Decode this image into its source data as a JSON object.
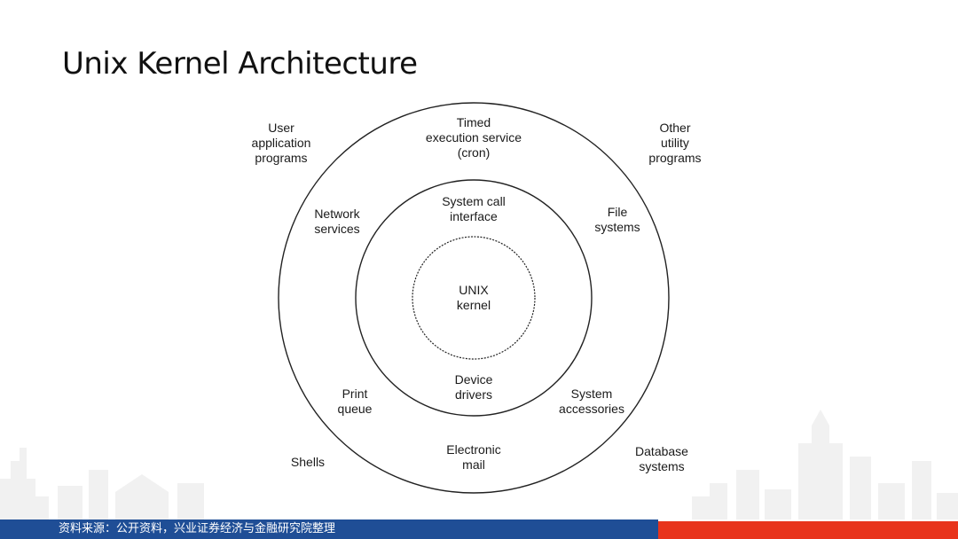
{
  "slide": {
    "title": "Unix Kernel Architecture",
    "footer_source": "资料来源：公开资料，兴业证券经济与金融研究院整理"
  },
  "diagram": {
    "core": {
      "lines": [
        "UNIX",
        "kernel"
      ]
    },
    "middle_ring": [
      {
        "id": "system-call-interface",
        "lines": [
          "System call",
          "interface"
        ]
      },
      {
        "id": "device-drivers",
        "lines": [
          "Device",
          "drivers"
        ]
      }
    ],
    "outer_ring": [
      {
        "id": "timed-execution-service",
        "lines": [
          "Timed",
          "execution service",
          "(cron)"
        ]
      },
      {
        "id": "network-services",
        "lines": [
          "Network",
          "services"
        ]
      },
      {
        "id": "file-systems",
        "lines": [
          "File",
          "systems"
        ]
      },
      {
        "id": "print-queue",
        "lines": [
          "Print",
          "queue"
        ]
      },
      {
        "id": "system-accessories",
        "lines": [
          "System",
          "accessories"
        ]
      },
      {
        "id": "electronic-mail",
        "lines": [
          "Electronic",
          "mail"
        ]
      }
    ],
    "outside": [
      {
        "id": "user-application-programs",
        "lines": [
          "User",
          "application",
          "programs"
        ]
      },
      {
        "id": "other-utility-programs",
        "lines": [
          "Other",
          "utility",
          "programs"
        ]
      },
      {
        "id": "shells",
        "lines": [
          "Shells"
        ]
      },
      {
        "id": "database-systems",
        "lines": [
          "Database",
          "systems"
        ]
      }
    ]
  },
  "colors": {
    "footer_blue": "#1f4e96",
    "footer_red": "#e8341c",
    "skyline": "#f1f1f1"
  }
}
